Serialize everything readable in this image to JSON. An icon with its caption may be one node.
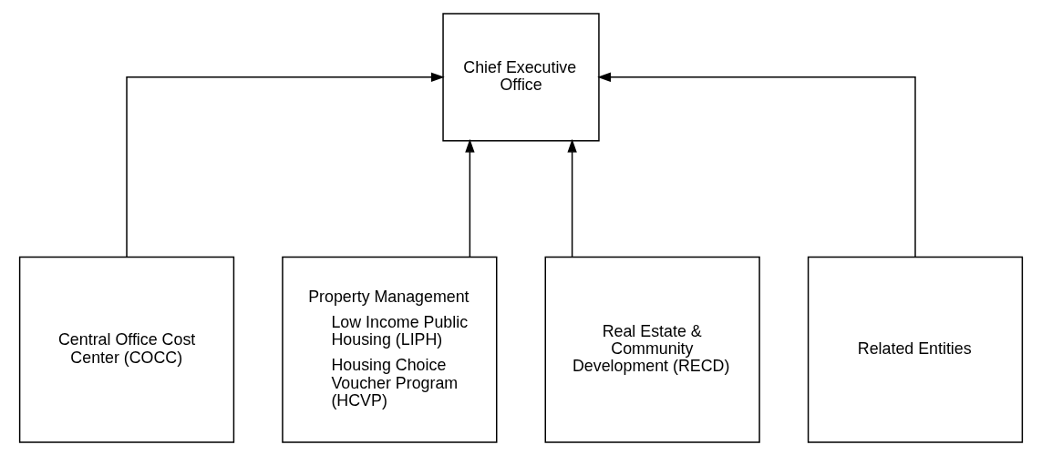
{
  "diagram": {
    "nodes": [
      {
        "text": [
          "Chief Executive Office"
        ]
      },
      {
        "text": [
          "Central Office Cost Center (COCC)"
        ]
      },
      {
        "text": [
          "Property Management",
          "Low Income Public Housing (LIPH)",
          "Housing Choice Voucher Program (HCVP)"
        ]
      },
      {
        "text": [
          "Real Estate & Community Development (RECD)"
        ]
      },
      {
        "text": [
          "Related Entities"
        ]
      }
    ],
    "edges": [
      {
        "from": 1,
        "to": 0,
        "arrow": "to"
      },
      {
        "from": 2,
        "to": 0,
        "arrow": "to"
      },
      {
        "from": 3,
        "to": 0,
        "arrow": "to"
      },
      {
        "from": 4,
        "to": 0,
        "arrow": "to"
      }
    ]
  }
}
